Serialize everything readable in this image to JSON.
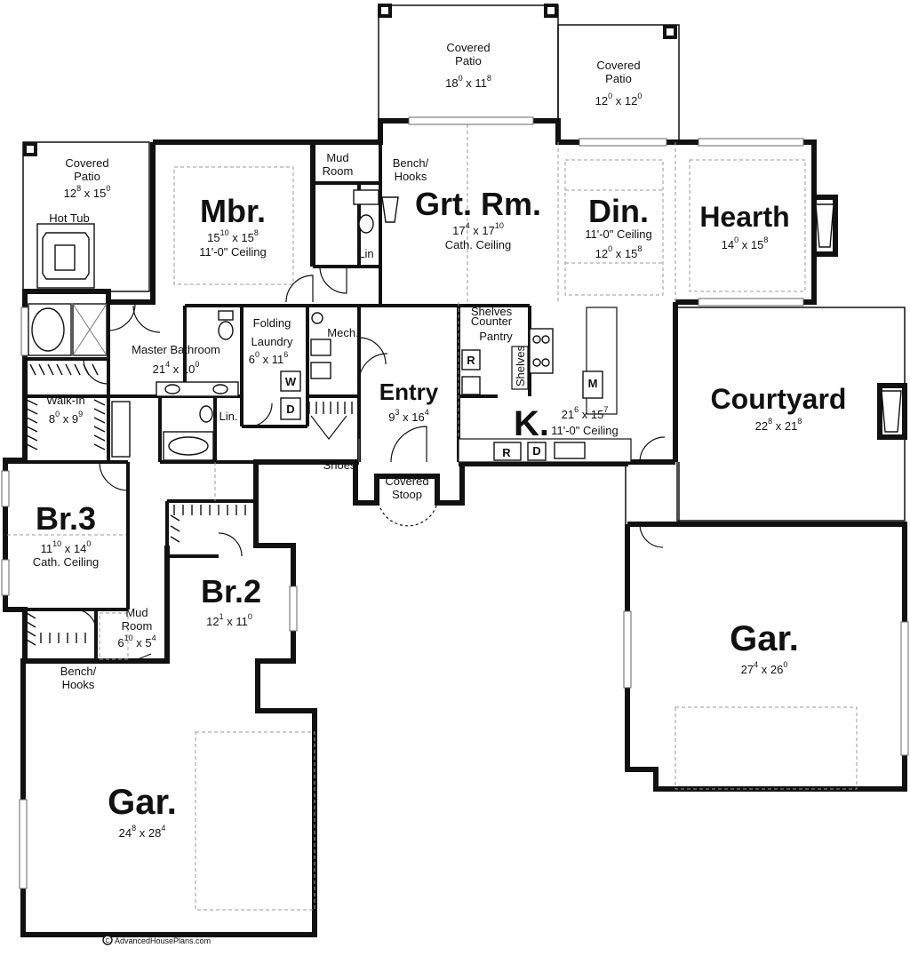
{
  "rooms": {
    "patio_left": {
      "name": "Covered Patio",
      "name_l1": "Covered",
      "name_l2": "Patio",
      "w": "12",
      "w_in": "8",
      "d": "15",
      "d_in": "0"
    },
    "hot_tub": {
      "name": "Hot Tub"
    },
    "mbr": {
      "name": "Mbr.",
      "w": "15",
      "w_in": "10",
      "d": "15",
      "d_in": "8",
      "note": "11'-0\" Ceiling"
    },
    "mud_top": {
      "name_l1": "Mud",
      "name_l2": "Room"
    },
    "bench_top": {
      "name_l1": "Bench/",
      "name_l2": "Hooks"
    },
    "lin_top": {
      "name": "Lin"
    },
    "patio_mid": {
      "name_l1": "Covered",
      "name_l2": "Patio",
      "w": "18",
      "w_in": "0",
      "d": "11",
      "d_in": "8"
    },
    "patio_right": {
      "name_l1": "Covered",
      "name_l2": "Patio",
      "w": "12",
      "w_in": "0",
      "d": "12",
      "d_in": "0"
    },
    "grt": {
      "name": "Grt. Rm.",
      "w": "17",
      "w_in": "4",
      "d": "17",
      "d_in": "10",
      "note": "Cath. Ceiling"
    },
    "din": {
      "name": "Din.",
      "w": "12",
      "w_in": "0",
      "d": "15",
      "d_in": "8",
      "note": "11'-0\" Ceiling"
    },
    "hearth": {
      "name": "Hearth",
      "w": "14",
      "w_in": "0",
      "d": "15",
      "d_in": "8"
    },
    "master_bath": {
      "name": "Master Bathroom",
      "w": "21",
      "w_in": "4",
      "d": "10",
      "d_in": "0"
    },
    "laundry": {
      "name_l1": "Folding",
      "name_l2": "Laundry",
      "w": "6",
      "w_in": "0",
      "d": "11",
      "d_in": "6",
      "washer": "W",
      "dryer": "D"
    },
    "mech": {
      "name": "Mech."
    },
    "entry": {
      "name": "Entry",
      "w": "9",
      "w_in": "3",
      "d": "16",
      "d_in": "4"
    },
    "pantry": {
      "shelves_counter_l1": "Shelves",
      "shelves_counter_l2": "Counter",
      "name": "Pantry",
      "shelves": "Shelves",
      "fridge": "R"
    },
    "kitchen": {
      "name": "K.",
      "w": "21",
      "w_in": "6",
      "d": "15",
      "d_in": "7",
      "note": "11'-0\" Ceiling",
      "fridge": "R",
      "dish": "D",
      "micro": "M"
    },
    "courtyard": {
      "name": "Courtyard",
      "w": "22",
      "w_in": "8",
      "d": "21",
      "d_in": "8"
    },
    "walkin": {
      "name": "Walk-In",
      "w": "8",
      "w_in": "0",
      "d": "9",
      "d_in": "9"
    },
    "lin_mid": {
      "name": "Lin."
    },
    "shoes": {
      "name": "Shoes"
    },
    "stoop": {
      "name_l1": "Covered",
      "name_l2": "Stoop"
    },
    "br3": {
      "name": "Br.3",
      "w": "11",
      "w_in": "10",
      "d": "14",
      "d_in": "0",
      "note": "Cath. Ceiling"
    },
    "br2": {
      "name": "Br.2",
      "w": "12",
      "w_in": "1",
      "d": "11",
      "d_in": "0"
    },
    "mud_low": {
      "name_l1": "Mud",
      "name_l2": "Room",
      "w": "6",
      "w_in": "10",
      "d": "5",
      "d_in": "4"
    },
    "bench_low": {
      "name_l1": "Bench/",
      "name_l2": "Hooks"
    },
    "gar_right": {
      "name": "Gar.",
      "w": "27",
      "w_in": "4",
      "d": "26",
      "d_in": "0"
    },
    "gar_left": {
      "name": "Gar.",
      "w": "24",
      "w_in": "8",
      "d": "28",
      "d_in": "4"
    }
  },
  "footer": {
    "copyright_symbol": "C",
    "copyright": "AdvancedHousePlans.com"
  }
}
